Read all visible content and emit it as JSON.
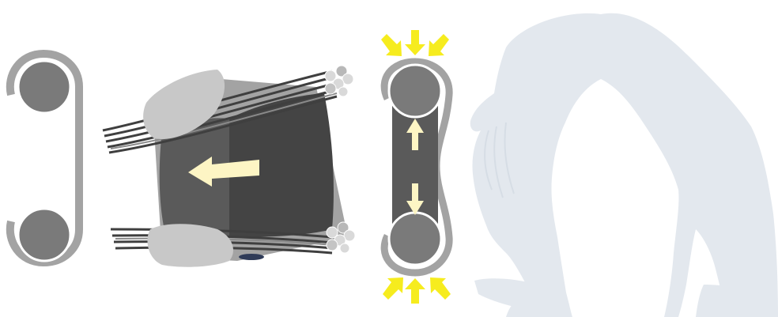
{
  "figure": {
    "panels": [
      {
        "name": "relaxed-band",
        "description_icon": "bone-band-icon"
      },
      {
        "name": "muscle-fiber-bundle",
        "description_icon": "muscle-cross-section-icon"
      },
      {
        "name": "compressed-band",
        "description_icon": "compression-band-icon"
      },
      {
        "name": "backbend-silhouette",
        "description_icon": "person-silhouette-icon"
      }
    ],
    "colors": {
      "dark_gray": "#7a7a7a",
      "band_gray": "#a3a3a3",
      "light_gray": "#c8c8c8",
      "muscle_dark": "#444444",
      "muscle_mid": "#5a5a5a",
      "arrow_cream": "#fdf5c4",
      "arrow_yellow": "#f6ec1e",
      "silhouette": "#e3e8ee",
      "fiber_dark": "#3f3f3f",
      "tendon_light": "#d9d9d9"
    }
  }
}
